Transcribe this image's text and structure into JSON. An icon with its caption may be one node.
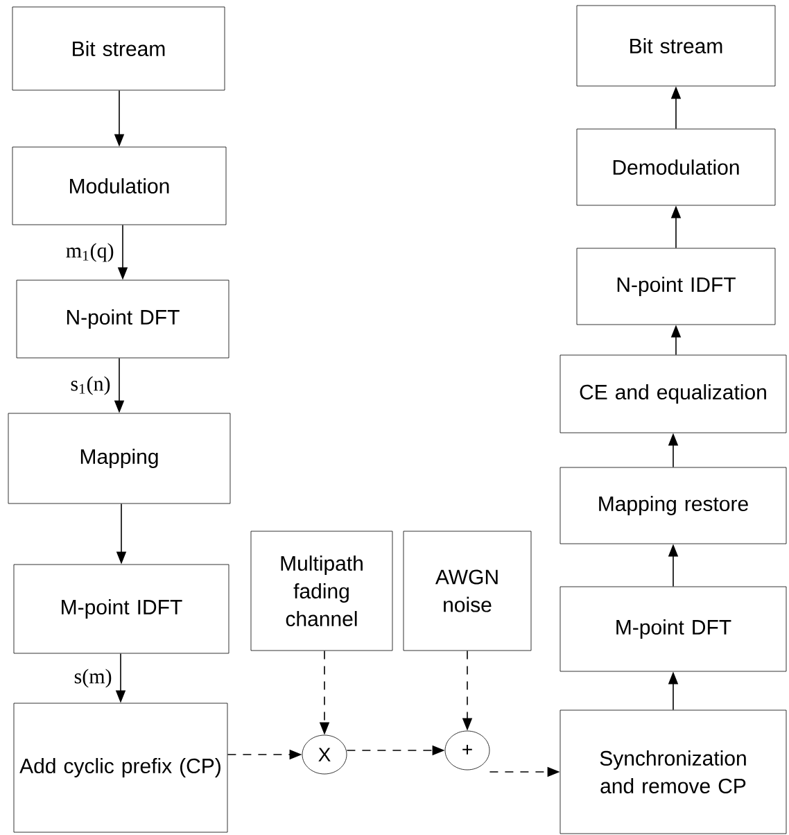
{
  "diagram": {
    "nodes": [
      {
        "text": [
          "Bit stream"
        ]
      },
      {
        "text": [
          "Modulation"
        ]
      },
      {
        "text": [
          "N-point DFT"
        ]
      },
      {
        "text": [
          "Mapping"
        ]
      },
      {
        "text": [
          "M-point IDFT"
        ]
      },
      {
        "text": [
          "Add cyclic prefix (CP)"
        ]
      },
      {
        "text": [
          "Multipath fading channel"
        ]
      },
      {
        "text": [
          "AWGN noise"
        ]
      },
      {
        "text": [
          "X"
        ]
      },
      {
        "text": [
          "+"
        ]
      },
      {
        "text": [
          "Bit stream"
        ]
      },
      {
        "text": [
          "Demodulation"
        ]
      },
      {
        "text": [
          "N-point IDFT"
        ]
      },
      {
        "text": [
          "CE and equalization"
        ]
      },
      {
        "text": [
          "Mapping restore"
        ]
      },
      {
        "text": [
          "M-point DFT"
        ]
      },
      {
        "text": [
          "Synchronization and remove CP"
        ]
      }
    ],
    "edges": [
      {
        "from": 0,
        "to": 1,
        "arrow": "to"
      },
      {
        "from": 1,
        "to": 2,
        "arrow": "to",
        "label": "m$_{1}$(q)"
      },
      {
        "from": 2,
        "to": 3,
        "arrow": "to",
        "label": "s$_{1}$(n)"
      },
      {
        "from": 3,
        "to": 4,
        "arrow": "to"
      },
      {
        "from": 4,
        "to": 5,
        "arrow": "to",
        "label": "s(m)"
      },
      {
        "from": 5,
        "to": 8,
        "arrow": "to",
        "style": "dashed"
      },
      {
        "from": 6,
        "to": 8,
        "arrow": "to",
        "style": "dashed"
      },
      {
        "from": 8,
        "to": 9,
        "arrow": "to",
        "style": "dashed"
      },
      {
        "from": 7,
        "to": 9,
        "arrow": "to",
        "style": "dashed"
      },
      {
        "from": 9,
        "to": 16,
        "arrow": "to",
        "style": "dashed"
      },
      {
        "from": 16,
        "to": 15,
        "arrow": "to"
      },
      {
        "from": 15,
        "to": 14,
        "arrow": "to"
      },
      {
        "from": 14,
        "to": 13,
        "arrow": "to"
      },
      {
        "from": 13,
        "to": 12,
        "arrow": "to"
      },
      {
        "from": 12,
        "to": 11,
        "arrow": "to"
      },
      {
        "from": 11,
        "to": 10,
        "arrow": "to"
      }
    ]
  }
}
